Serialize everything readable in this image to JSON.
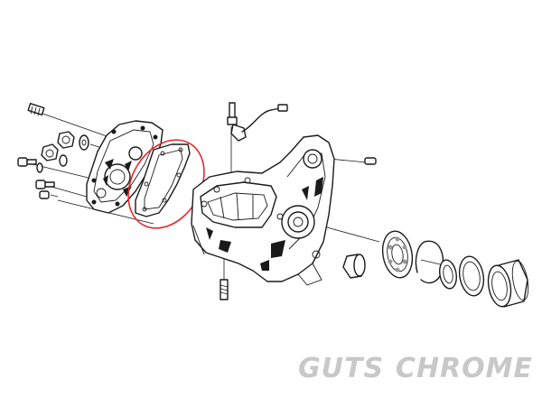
{
  "logo": {
    "left_text": "GUTS",
    "right_text": "CHROME"
  },
  "highlight": {
    "part": "gasket",
    "color": "#e8262b"
  },
  "colors": {
    "line": "#1a1a1a",
    "logo": "#c8c8c8",
    "background": "#ffffff"
  }
}
